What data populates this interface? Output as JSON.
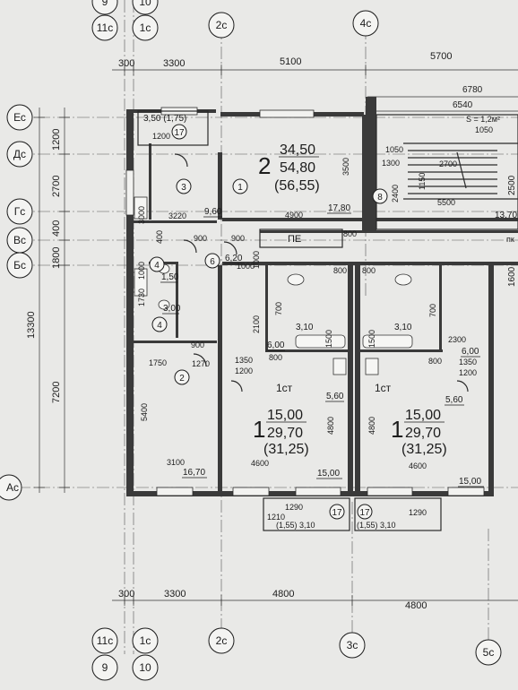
{
  "axes": {
    "top": [
      {
        "id": "a-9-top",
        "label": "9"
      },
      {
        "id": "a-10-top",
        "label": "10"
      },
      {
        "id": "a-11c-top",
        "label": "11с"
      },
      {
        "id": "a-1c-top",
        "label": "1с"
      },
      {
        "id": "a-2c-top",
        "label": "2с"
      },
      {
        "id": "a-4c-top",
        "label": "4с"
      }
    ],
    "left": [
      {
        "id": "a-ec",
        "label": "Ес"
      },
      {
        "id": "a-dc",
        "label": "Дс"
      },
      {
        "id": "a-gc",
        "label": "Гс"
      },
      {
        "id": "a-vc",
        "label": "Вс"
      },
      {
        "id": "a-bc",
        "label": "Бс"
      },
      {
        "id": "a-ac",
        "label": "Ас"
      }
    ],
    "bottom": [
      {
        "id": "a-11c-bot",
        "label": "11с"
      },
      {
        "id": "a-1c-bot",
        "label": "1с"
      },
      {
        "id": "a-2c-bot",
        "label": "2с"
      },
      {
        "id": "a-3c-bot",
        "label": "3с"
      },
      {
        "id": "a-5c-bot",
        "label": "5с"
      },
      {
        "id": "a-9-bot",
        "label": "9"
      },
      {
        "id": "a-10-bot",
        "label": "10"
      }
    ]
  },
  "dimensions": {
    "top": {
      "d300": "300",
      "d3300": "3300",
      "d5100": "5100",
      "d5700": "5700",
      "d6780": "6780",
      "d6540": "6540"
    },
    "bottom": {
      "d300": "300",
      "d3300": "3300",
      "d4800a": "4800",
      "d4800b": "4800"
    },
    "left": {
      "d1200": "1200",
      "d2700": "2700",
      "d400": "400",
      "d1800": "1800",
      "d7200": "7200",
      "d13300": "13300"
    },
    "right": {
      "d1600": "1600",
      "d2500": "2500"
    }
  },
  "apartments": {
    "two_room": {
      "rooms": "2",
      "living": "34,50",
      "total": "54,80",
      "total_with_balcony": "(56,55)"
    },
    "one_room_a": {
      "rooms": "1",
      "living": "15,00",
      "total": "29,70",
      "total_with_balcony": "(31,25)",
      "type": "1ст"
    },
    "one_room_b": {
      "rooms": "1",
      "living": "15,00",
      "total": "29,70",
      "total_with_balcony": "(31,25)",
      "type": "1ст"
    }
  },
  "room_markers": [
    "1",
    "2",
    "3",
    "4",
    "4",
    "6",
    "8",
    "17",
    "17",
    "17"
  ],
  "labels": {
    "loggia_top": "3,50 (1,75)",
    "area_960": "9,60",
    "area_1780": "17,80",
    "area_150": "1,50",
    "area_300": "3,00",
    "area_620": "6,20",
    "area_1670": "16,70",
    "area_310a": "3,10",
    "area_310b": "3,10",
    "area_600a": "6,00",
    "area_600b": "6,00",
    "area_560a": "5,60",
    "area_560b": "5,60",
    "area_1500a": "15,00",
    "area_1500b": "15,00",
    "area_1370": "13,70",
    "balcony_a": "(1,55) 3,10",
    "balcony_b": "(1,55) 3,10",
    "pe": "ПЕ",
    "pk": "пк",
    "stair_area": "S = 1,2м²",
    "d3220": "3220",
    "d4900": "4900",
    "d3500": "3500",
    "d900a": "900",
    "d900b": "900",
    "d800a": "800",
    "d1000a": "1000",
    "d1000b": "1000",
    "d800b": "800",
    "d800c": "800",
    "d2100": "2100",
    "d700a": "700",
    "d700b": "700",
    "d1500a": "1500",
    "d1500b": "1500",
    "d1350a": "1350",
    "d1350b": "1350",
    "d1200a": "1200",
    "d1200b": "1200",
    "d4800a": "4800",
    "d4800b": "4800",
    "d4600a": "4600",
    "d4600b": "4600",
    "d1750": "1750",
    "d1270": "1270",
    "d5400": "5400",
    "d3100": "3100",
    "d1730": "1730",
    "d3000": "3000",
    "d1210": "1210",
    "d1290a": "1290",
    "d1290b": "1290",
    "d1050a": "1050",
    "d1300": "1300",
    "d2700s": "2700",
    "d1150": "1150",
    "d5500": "5500",
    "d1050b": "1050",
    "d2400": "2400",
    "d2300": "2300",
    "d900c": "900",
    "d800d": "800",
    "d800e": "800",
    "d400w": "400",
    "d1000c": "1000",
    "d1200c": "1200"
  }
}
